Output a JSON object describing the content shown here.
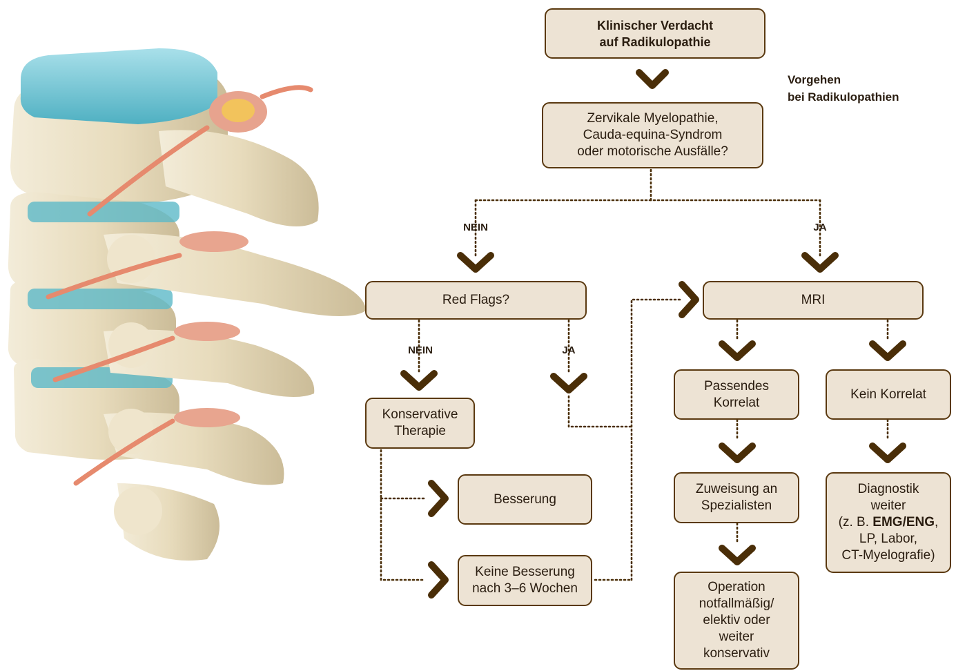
{
  "figure": {
    "side_title": [
      "Vorgehen",
      "bei Radikulopathien"
    ],
    "colors": {
      "box_fill": "#ede3d4",
      "box_border": "#5a3910",
      "arrow": "#4a2e08",
      "text": "#2a1d10"
    },
    "illustration": "spine-vertebrae-illustration"
  },
  "boxes": {
    "start": [
      "Klinischer Verdacht",
      "auf Radikulopathie"
    ],
    "question": [
      "Zervikale Myelopathie,",
      "Cauda-equina-Syndrom",
      "oder motorische Ausfälle?"
    ],
    "red_flags": [
      "Red Flags?"
    ],
    "mri": [
      "MRI"
    ],
    "conservative": [
      "Konservative",
      "Therapie"
    ],
    "improvement": [
      "Besserung"
    ],
    "no_improvement": [
      "Keine Besserung",
      "nach 3–6 Wochen"
    ],
    "correlate": [
      "Passendes",
      "Korrelat"
    ],
    "no_correlate": [
      "Kein Korrelat"
    ],
    "referral": [
      "Zuweisung an",
      "Spezialisten"
    ],
    "operation": [
      "Operation",
      "notfallmäßig/",
      "elektiv oder",
      "weiter",
      "konservativ"
    ],
    "diagnostics": [
      "Diagnostik",
      "weiter",
      "(z. B. EMG/ENG,",
      "LP, Labor,",
      "CT-Myelografie)"
    ]
  },
  "labels": {
    "no_1": "NEIN",
    "yes_1": "JA",
    "no_2": "NEIN",
    "yes_2": "JA"
  }
}
